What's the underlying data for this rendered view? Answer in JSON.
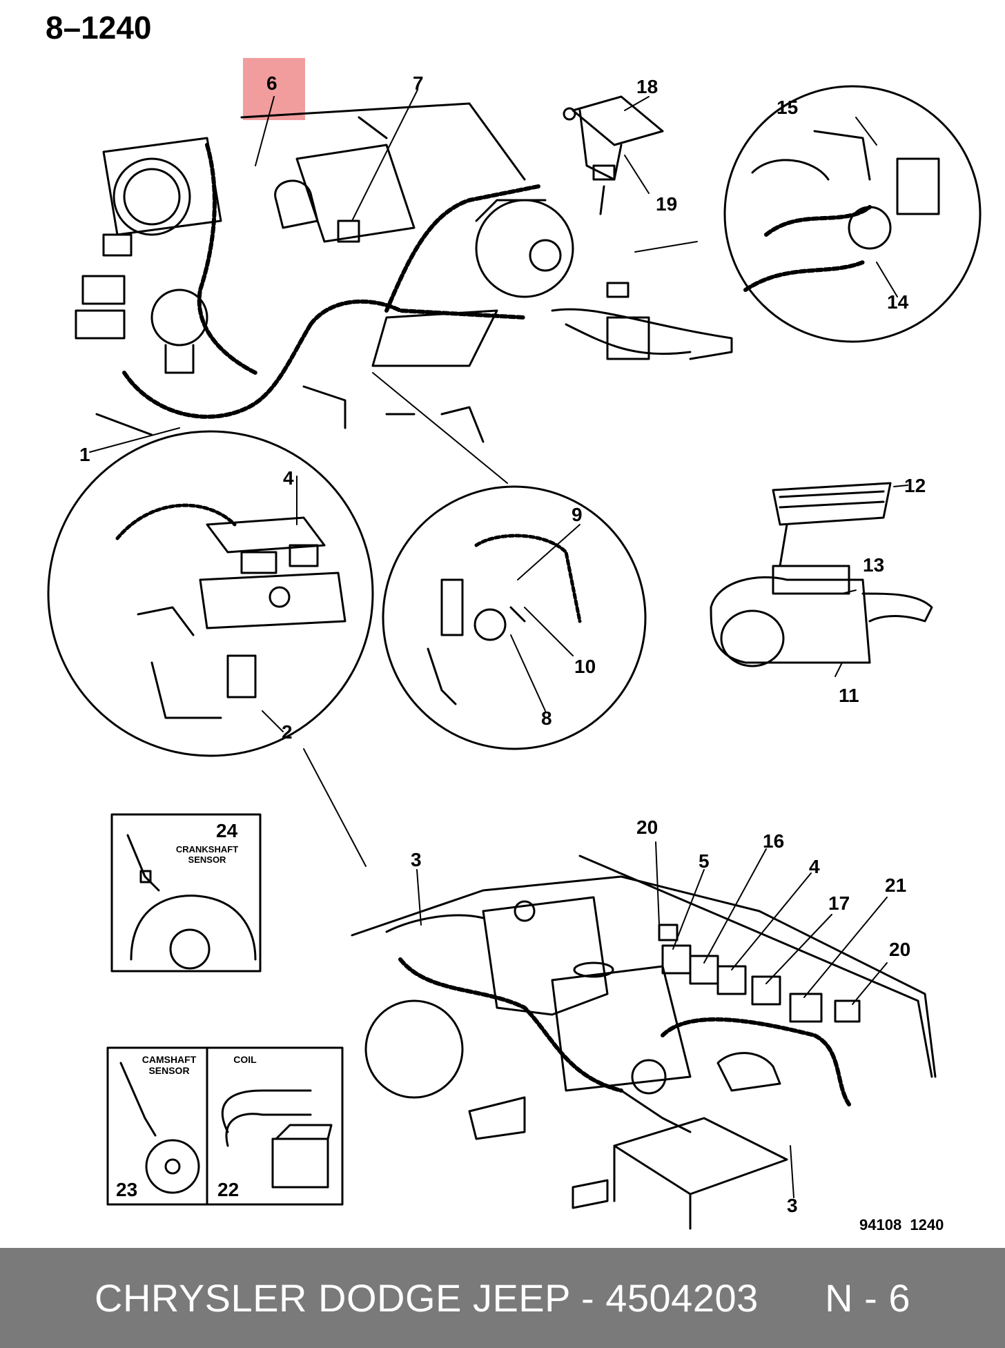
{
  "page_code": "8–1240",
  "highlight_color": "#f08c8c",
  "callouts": [
    "1",
    "2",
    "3",
    "4",
    "5",
    "6",
    "7",
    "8",
    "9",
    "10",
    "11",
    "12",
    "13",
    "14",
    "15",
    "16",
    "17",
    "18",
    "19",
    "20",
    "21",
    "22",
    "23",
    "24"
  ],
  "inset_labels": {
    "crankshaft_sensor": "CRANKSHAFT SENSOR",
    "camshaft_sensor": "CAMSHAFT SENSOR",
    "coil": "COIL"
  },
  "drawing_number": "94108  1240",
  "footer": {
    "brand_part": "CHRYSLER DODGE JEEP - 4504203",
    "position": "N - 6"
  }
}
